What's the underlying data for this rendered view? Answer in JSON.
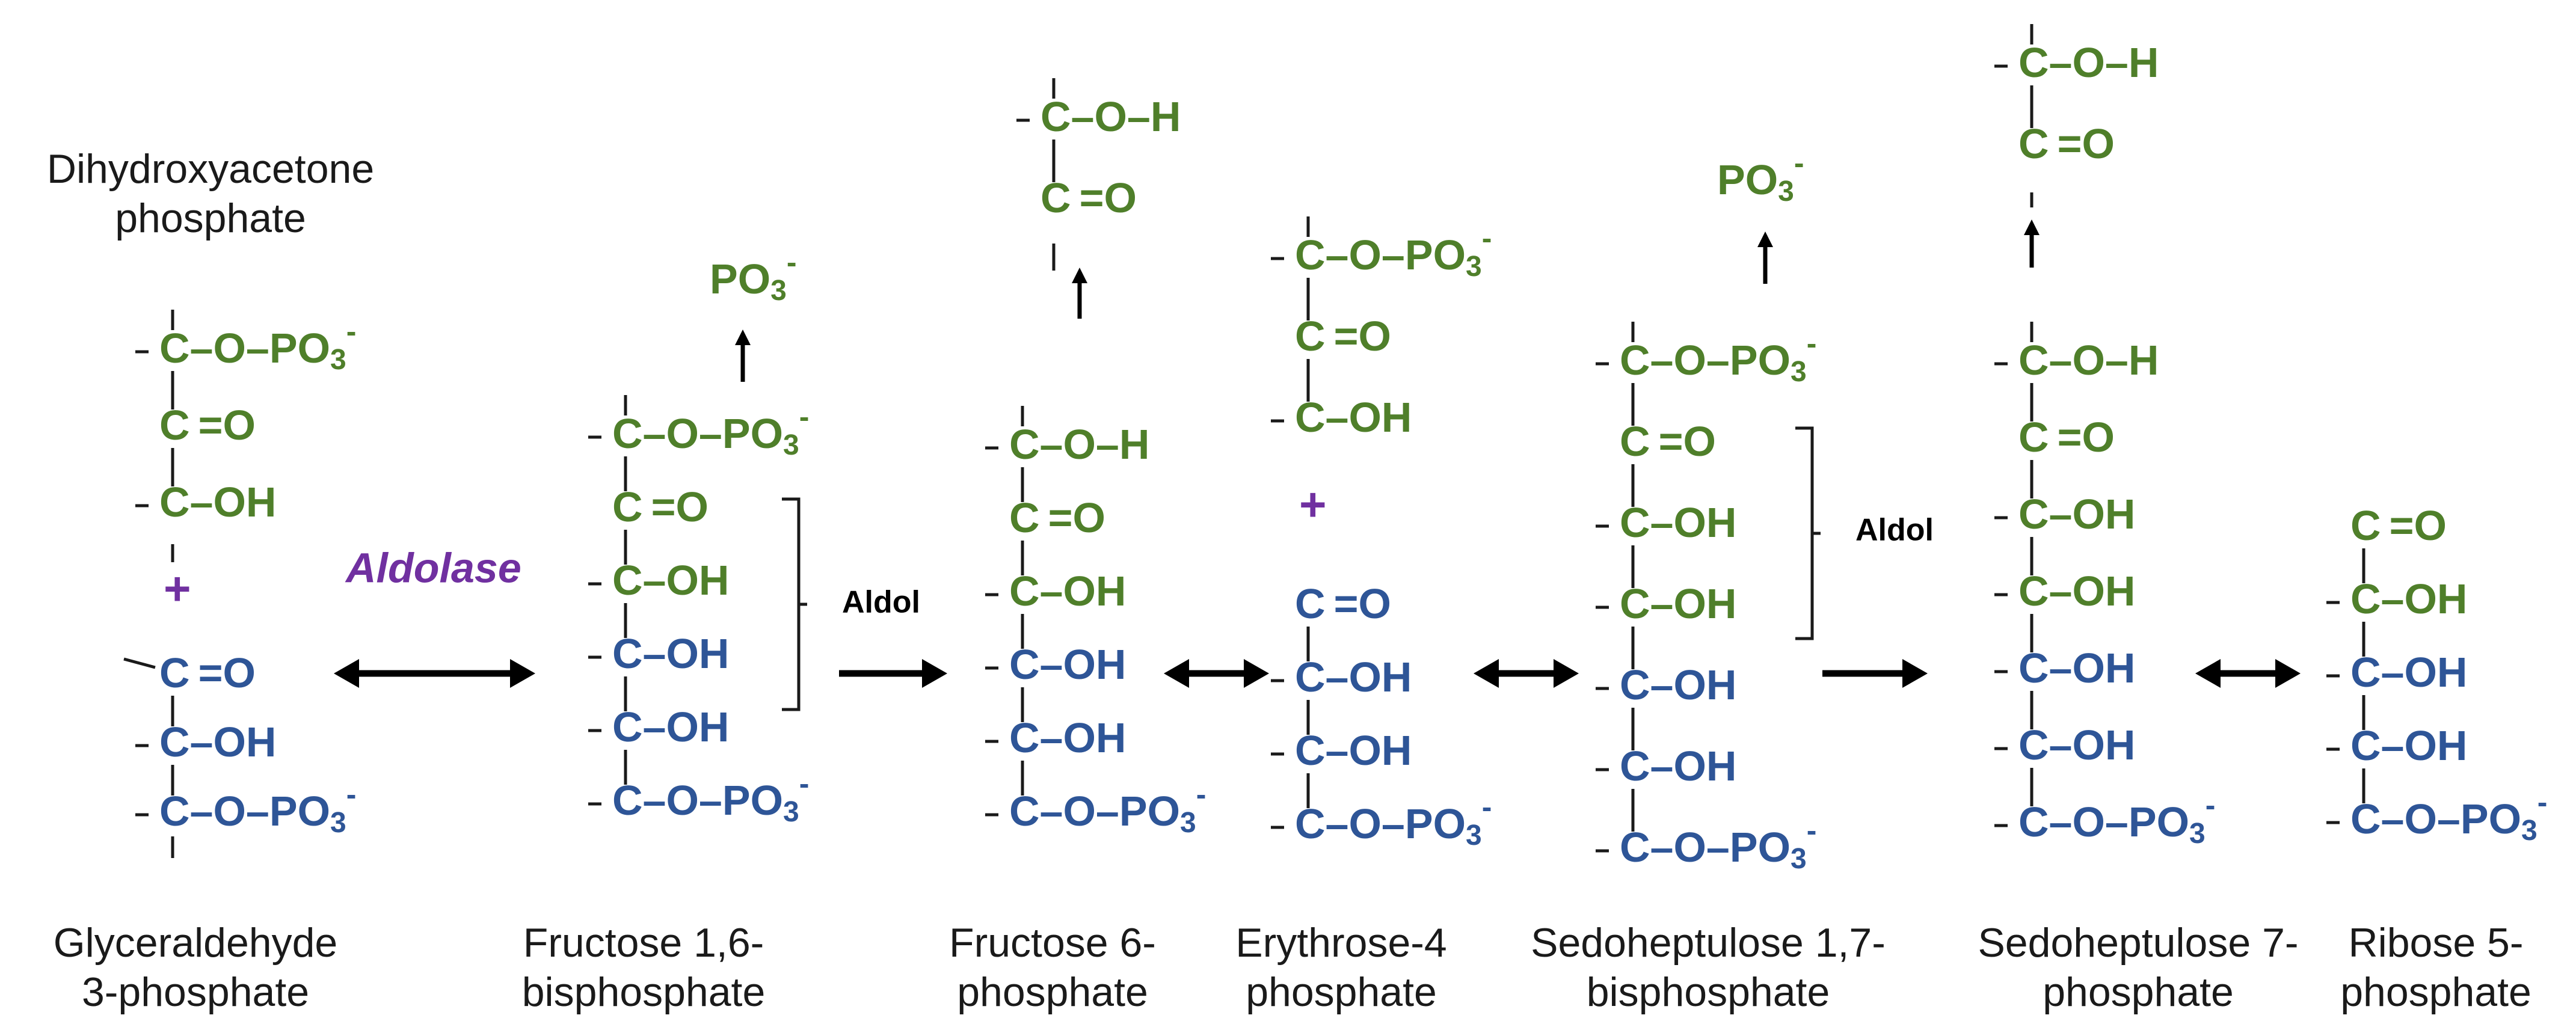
{
  "colors": {
    "green": "#4f7f2a",
    "blue": "#2e5597",
    "purple": "#7030a0",
    "black": "#1a1a1a"
  },
  "labels": {
    "dhap": [
      "Dihydroxyacetone",
      "phosphate"
    ],
    "g3p": [
      "Glyceraldehyde",
      "3-phosphate"
    ],
    "fbp": [
      "Fructose 1,6-",
      "bisphosphate"
    ],
    "f6p": [
      "Fructose 6-",
      "phosphate"
    ],
    "e4p": [
      "Erythrose-4",
      "phosphate"
    ],
    "sbp": [
      "Sedoheptulose 1,7-",
      "bisphosphate"
    ],
    "s7p": [
      "Sedoheptulose 7-",
      "phosphate"
    ],
    "r5p": [
      "Ribose 5-",
      "phosphate"
    ]
  },
  "enzymes": {
    "aldolase": "Aldolase",
    "aldol_1": "Aldol",
    "aldol_2": "Aldol"
  },
  "plus_sign": "+",
  "structures": {
    "dhap": {
      "color": "green",
      "rows": [
        "C-O-PO3-",
        "C=O",
        "C-OH"
      ]
    },
    "g3p": {
      "color": "blue",
      "rows": [
        "C=O",
        "C-OH",
        "C-O-PO3-"
      ]
    },
    "fbp": {
      "rows": [
        {
          "color": "green",
          "text": "C-O-PO3-"
        },
        {
          "color": "green",
          "text": "C=O"
        },
        {
          "color": "green",
          "text": "C-OH"
        },
        {
          "color": "blue",
          "text": "C-OH"
        },
        {
          "color": "blue",
          "text": "C-OH"
        },
        {
          "color": "blue",
          "text": "C-O-PO3-"
        }
      ]
    },
    "fbp_released": "PO3-",
    "f6p_released": {
      "color": "green",
      "rows": [
        "C-O-H",
        "C=O"
      ]
    },
    "f6p": {
      "rows": [
        {
          "color": "green",
          "text": "C-O-H"
        },
        {
          "color": "green",
          "text": "C=O"
        },
        {
          "color": "green",
          "text": "C-OH"
        },
        {
          "color": "blue",
          "text": "C-OH"
        },
        {
          "color": "blue",
          "text": "C-OH"
        },
        {
          "color": "blue",
          "text": "C-O-PO3-"
        }
      ]
    },
    "dhap_2": {
      "color": "green",
      "rows": [
        "C-O-PO3-",
        "C=O",
        "C-OH"
      ]
    },
    "e4p": {
      "color": "blue",
      "rows": [
        "C=O",
        "C-OH",
        "C-OH",
        "C-O-PO3-"
      ]
    },
    "sbp_released": "PO3-",
    "sbp": {
      "rows": [
        {
          "color": "green",
          "text": "C-O-PO3-"
        },
        {
          "color": "green",
          "text": "C=O"
        },
        {
          "color": "green",
          "text": "C-OH"
        },
        {
          "color": "green",
          "text": "C-OH"
        },
        {
          "color": "blue",
          "text": "C-OH"
        },
        {
          "color": "blue",
          "text": "C-OH"
        },
        {
          "color": "blue",
          "text": "C-O-PO3-"
        }
      ]
    },
    "s7p_released": {
      "color": "green",
      "rows": [
        "C-O-H",
        "C=O"
      ]
    },
    "s7p": {
      "rows": [
        {
          "color": "green",
          "text": "C-O-H"
        },
        {
          "color": "green",
          "text": "C=O"
        },
        {
          "color": "green",
          "text": "C-OH"
        },
        {
          "color": "green",
          "text": "C-OH"
        },
        {
          "color": "blue",
          "text": "C-OH"
        },
        {
          "color": "blue",
          "text": "C-OH"
        },
        {
          "color": "blue",
          "text": "C-O-PO3-"
        }
      ]
    },
    "r5p": {
      "rows": [
        {
          "color": "green",
          "text": "C=O"
        },
        {
          "color": "green",
          "text": "C-OH"
        },
        {
          "color": "blue",
          "text": "C-OH"
        },
        {
          "color": "blue",
          "text": "C-OH"
        },
        {
          "color": "blue",
          "text": "C-O-PO3-"
        }
      ]
    }
  }
}
